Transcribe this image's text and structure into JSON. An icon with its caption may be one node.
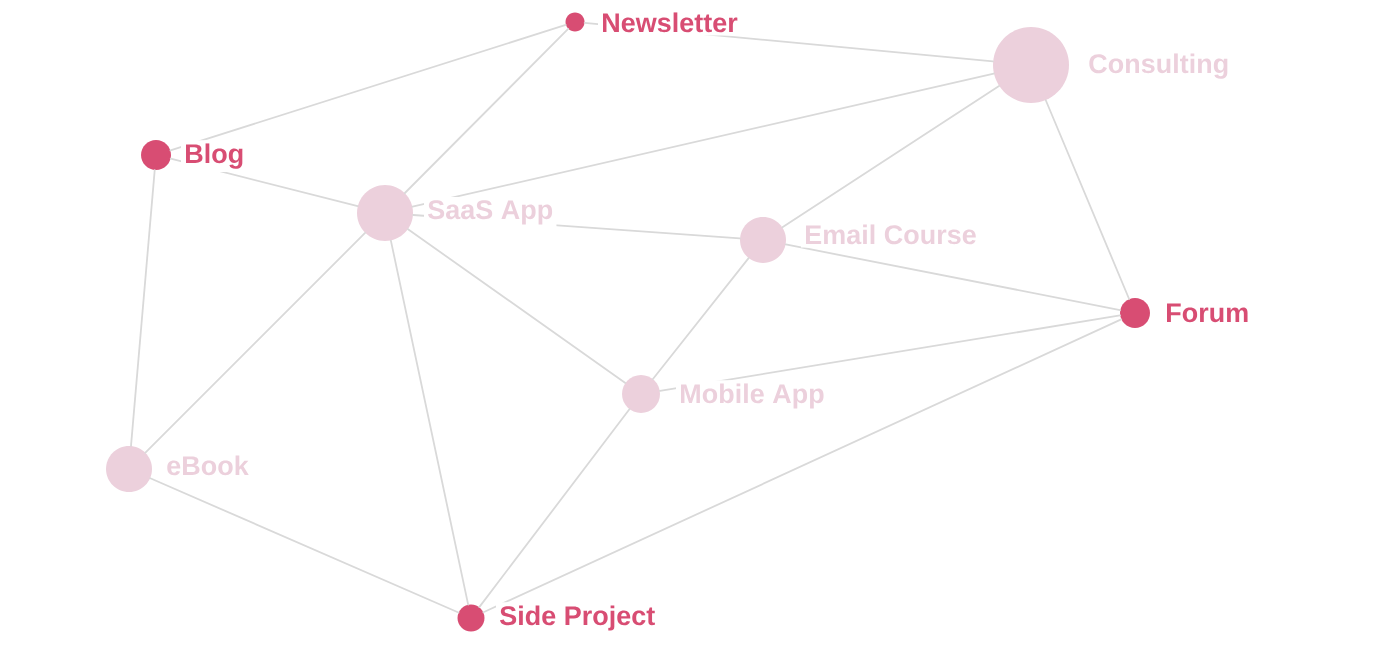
{
  "diagram": {
    "nodes": [
      {
        "text": [
          "Newsletter"
        ]
      },
      {
        "text": [
          "Consulting"
        ]
      },
      {
        "text": [
          "Blog"
        ]
      },
      {
        "text": [
          "SaaS App"
        ]
      },
      {
        "text": [
          "Email Course"
        ]
      },
      {
        "text": [
          "Forum"
        ]
      },
      {
        "text": [
          "Mobile App"
        ]
      },
      {
        "text": [
          "eBook"
        ]
      },
      {
        "text": [
          "Side Project"
        ]
      }
    ],
    "edges": [
      {
        "from": 0,
        "to": 1,
        "arrow": "none"
      },
      {
        "from": 0,
        "to": 2,
        "arrow": "none"
      },
      {
        "from": 0,
        "to": 3,
        "arrow": "none"
      },
      {
        "from": 1,
        "to": 3,
        "arrow": "none"
      },
      {
        "from": 1,
        "to": 4,
        "arrow": "none"
      },
      {
        "from": 1,
        "to": 5,
        "arrow": "none"
      },
      {
        "from": 2,
        "to": 3,
        "arrow": "none"
      },
      {
        "from": 2,
        "to": 7,
        "arrow": "none"
      },
      {
        "from": 3,
        "to": 4,
        "arrow": "none"
      },
      {
        "from": 3,
        "to": 6,
        "arrow": "none"
      },
      {
        "from": 3,
        "to": 7,
        "arrow": "none"
      },
      {
        "from": 3,
        "to": 8,
        "arrow": "none"
      },
      {
        "from": 4,
        "to": 5,
        "arrow": "none"
      },
      {
        "from": 4,
        "to": 6,
        "arrow": "none"
      },
      {
        "from": 5,
        "to": 6,
        "arrow": "none"
      },
      {
        "from": 5,
        "to": 8,
        "arrow": "none"
      },
      {
        "from": 6,
        "to": 8,
        "arrow": "none"
      },
      {
        "from": 7,
        "to": 8,
        "arrow": "none"
      }
    ]
  }
}
